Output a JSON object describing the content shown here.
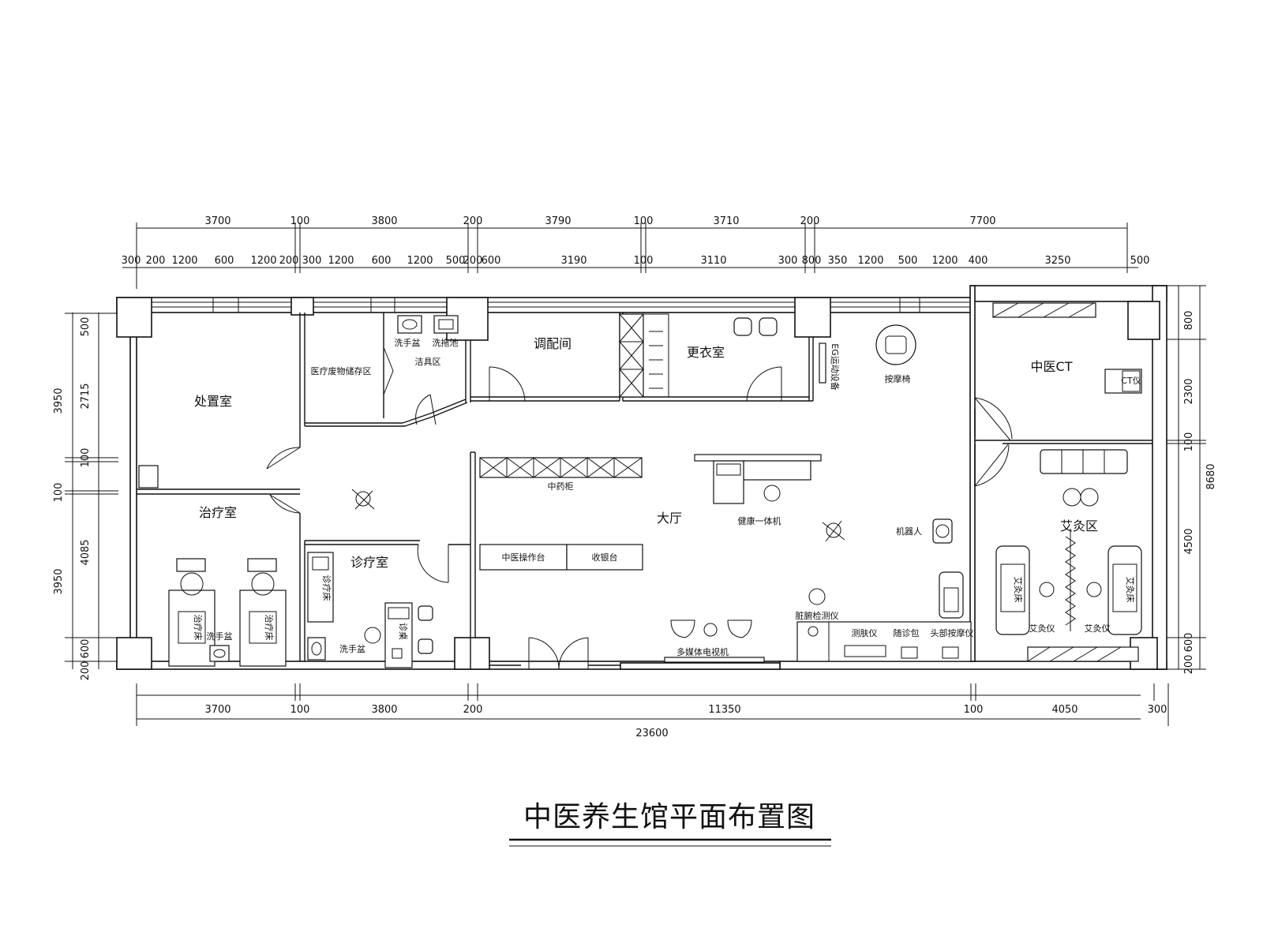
{
  "title": "中医养生馆平面布置图",
  "dimensions": {
    "top_outer": [
      "3700",
      "100",
      "3800",
      "200",
      "3790",
      "100",
      "3710",
      "200",
      "7700"
    ],
    "top_inner": [
      "300",
      "200",
      "1200",
      "600",
      "1200",
      "200",
      "300",
      "1200",
      "600",
      "1200",
      "500",
      "200",
      "600",
      "3190",
      "100",
      "3110",
      "300",
      "800",
      "350",
      "1200",
      "500",
      "1200",
      "400",
      "3250",
      "500"
    ],
    "bottom_row": [
      "3700",
      "100",
      "3800",
      "200",
      "11350",
      "100",
      "4050",
      "300"
    ],
    "bottom_total": "23600",
    "left_outer": [
      "3950",
      "100",
      "3950"
    ],
    "left_inner": [
      "500",
      "2715",
      "100",
      "4085",
      "600",
      "200"
    ],
    "right_inner": [
      "800",
      "2300",
      "100",
      "4500",
      "600",
      "200"
    ],
    "right_total": "8680"
  },
  "rooms": {
    "disposal": "处置室",
    "treatment": "治疗室",
    "medical_waste": "医疗废物储存区",
    "hand_basin": "洗手盆",
    "mop_pool": "洗拖池",
    "utensil_area": "洁具区",
    "dispensing": "调配间",
    "locker": "更衣室",
    "clinic": "诊疗室",
    "hall": "大厅",
    "tcm_ct": "中医CT",
    "moxibustion": "艾灸区"
  },
  "furniture": {
    "herb_cabinet": "中药柜",
    "tcm_console": "中医操作台",
    "cashier": "收银台",
    "health_kiosk": "健康一体机",
    "massage_chair": "按摩椅",
    "robot": "机器人",
    "eg_device": "EG运动设备",
    "zang_fu_detector": "脏腑检测仪",
    "skin_tester": "测肤仪",
    "pulse_bag": "随诊包",
    "head_massager": "头部按摩仪",
    "media_tv": "多媒体电视机",
    "hand_basin_small": "洗手盆",
    "treatment_bed": "治疗床",
    "diagnosis_bed": "诊疗床",
    "moxa_bed": "艾灸床",
    "moxa_device": "艾灸仪",
    "ct_device": "CT仪",
    "desk_label": "诊桌"
  }
}
